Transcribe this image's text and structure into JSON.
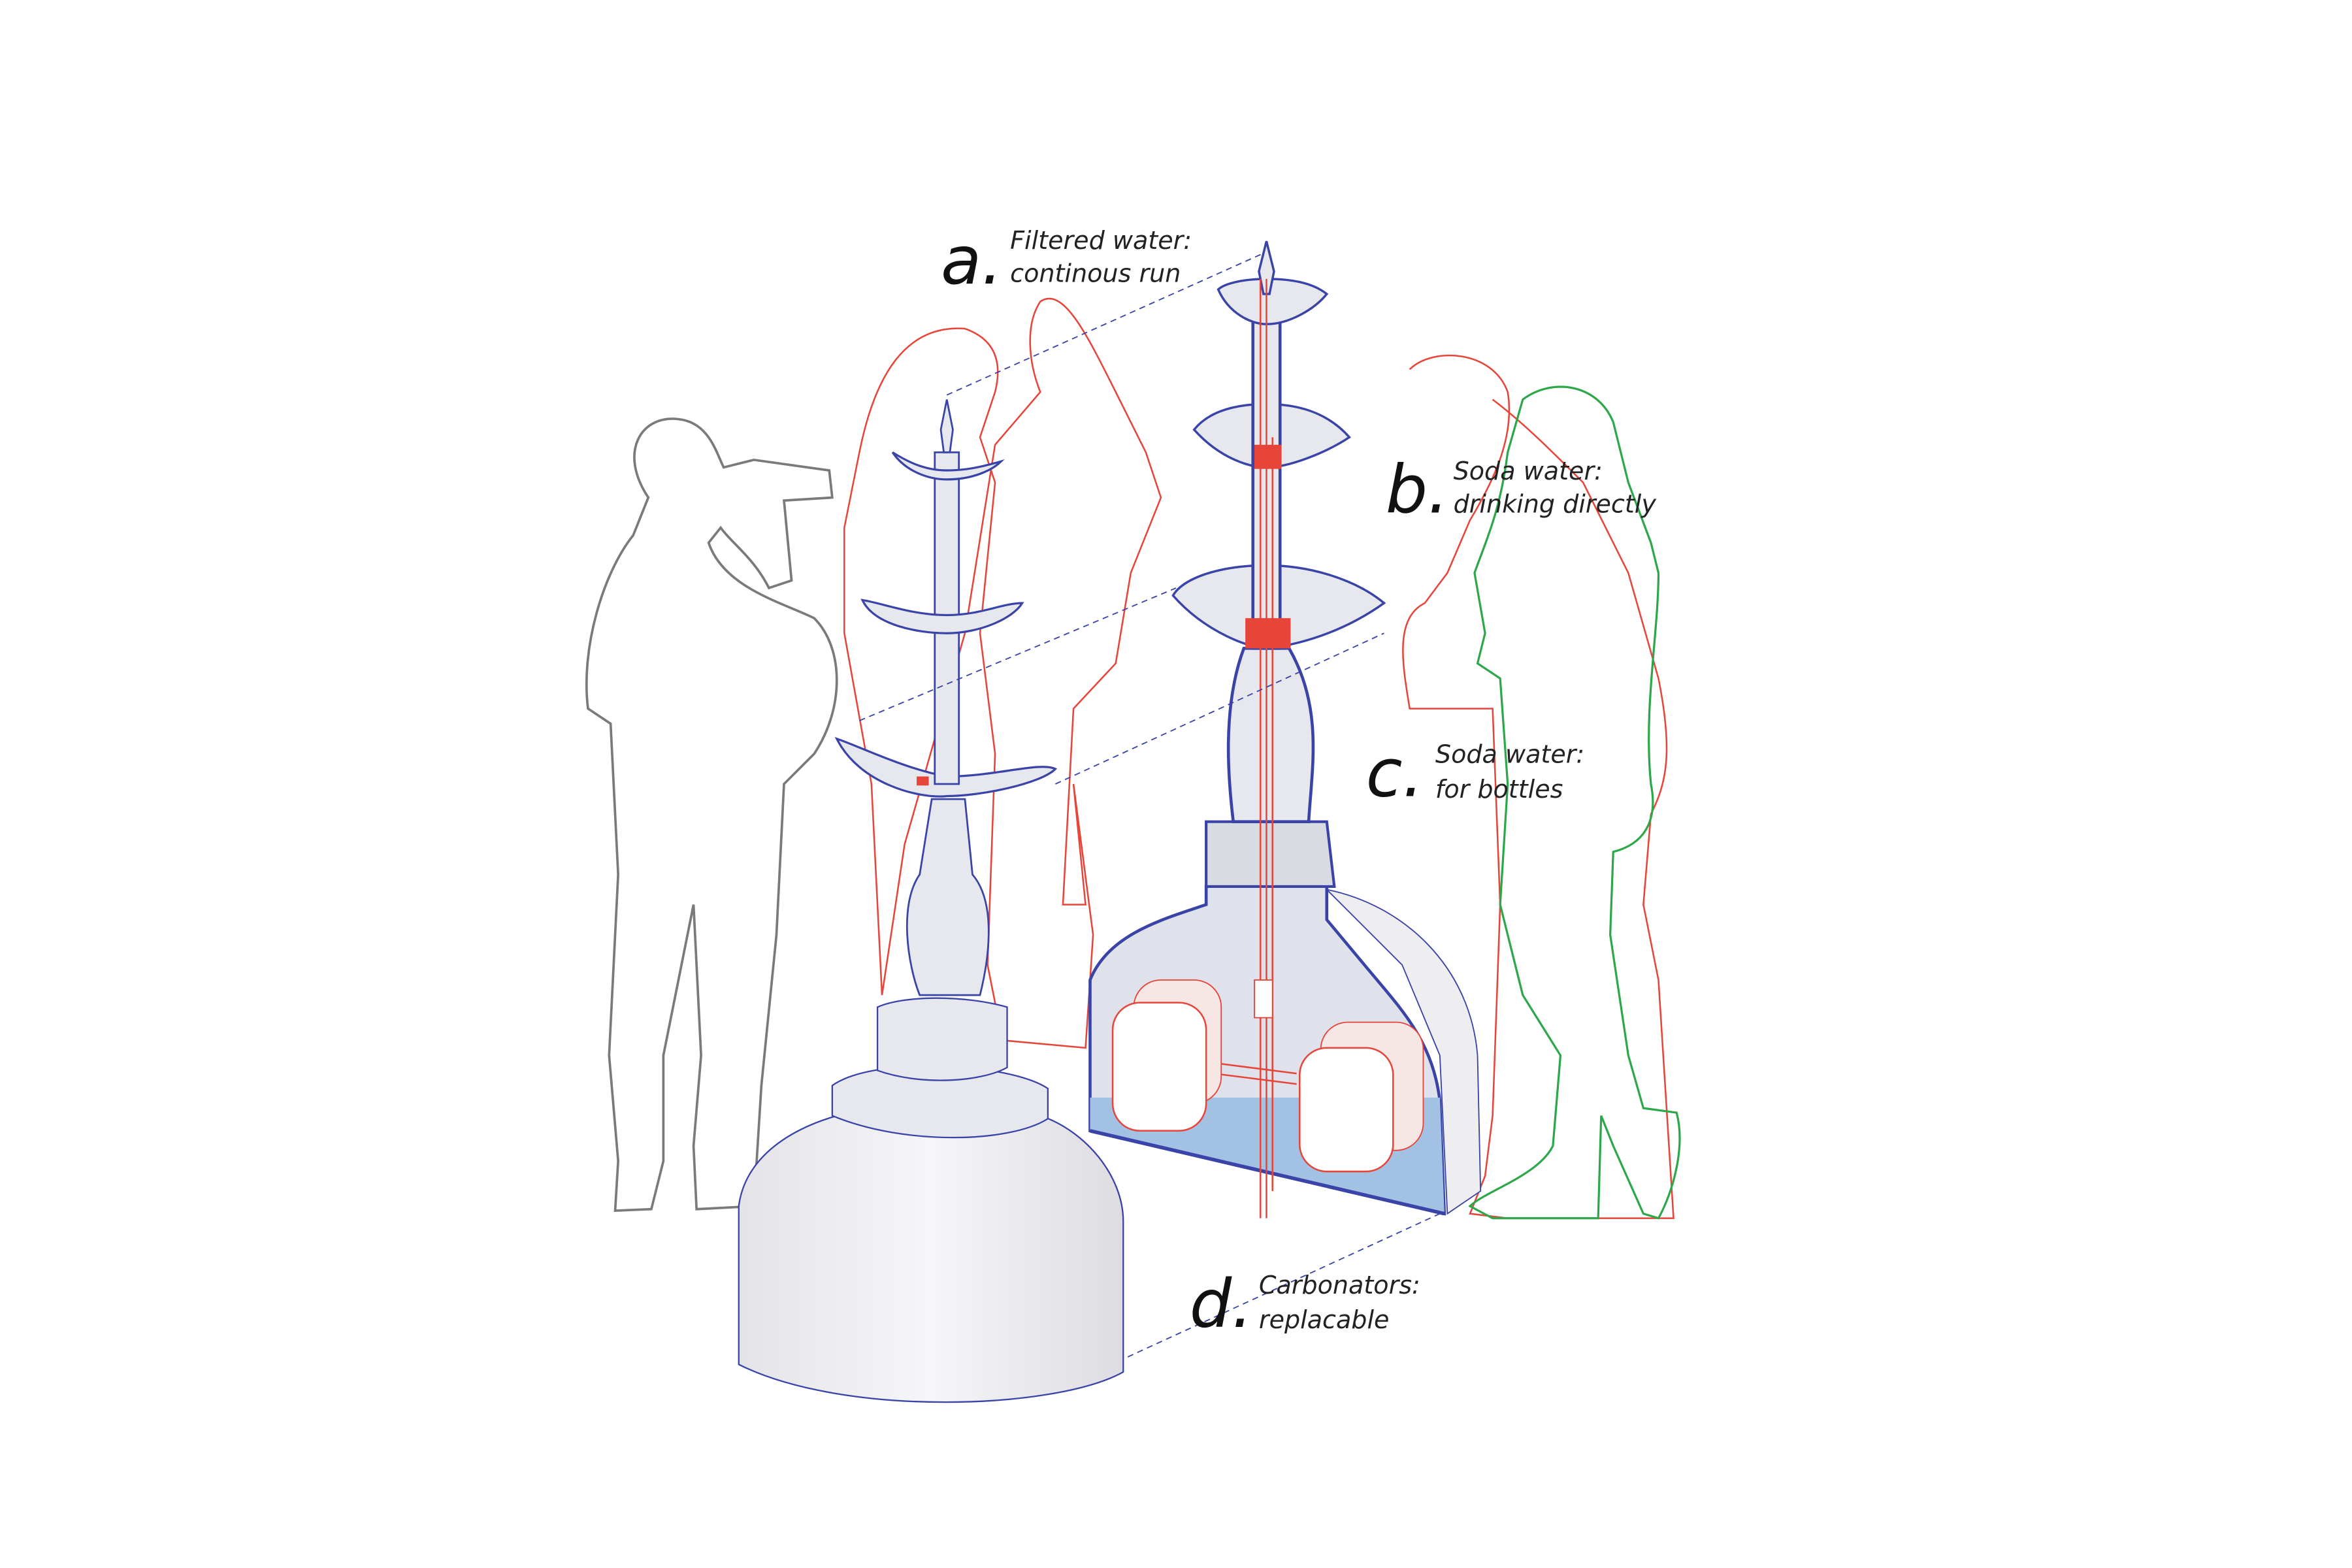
{
  "labels": [
    {
      "letter": "a.",
      "line1": "Filtered water:",
      "line2": "continous run"
    },
    {
      "letter": "b.",
      "line1": "Soda water:",
      "line2": "drinking directly"
    },
    {
      "letter": "c.",
      "line1": "Soda water:",
      "line2": "for bottles"
    },
    {
      "letter": "d.",
      "line1": "Carbonators:",
      "line2": "replacable"
    }
  ],
  "colors": {
    "outline_blue": "#3a44a8",
    "pipe_red": "#e8453a",
    "figure_green": "#2ca84a",
    "figure_gray": "#7a7a7a",
    "water_blue": "#a3c2e3"
  }
}
